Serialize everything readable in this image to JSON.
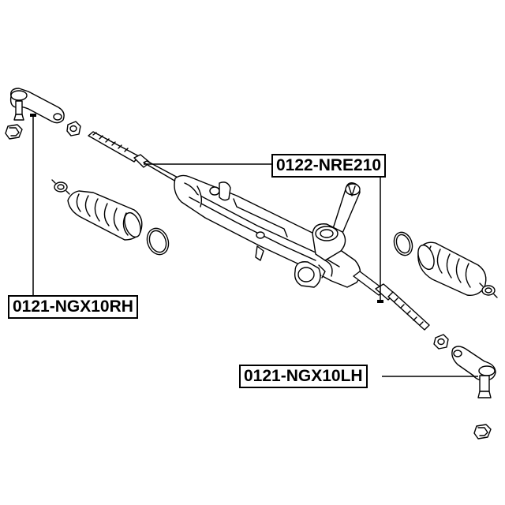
{
  "labels": {
    "steering_rack": "0122-NRE210",
    "tie_rod_end_rh": "0121-NGX10RH",
    "tie_rod_end_lh": "0121-NGX10LH"
  },
  "colors": {
    "line": "#000000",
    "background": "#ffffff"
  }
}
